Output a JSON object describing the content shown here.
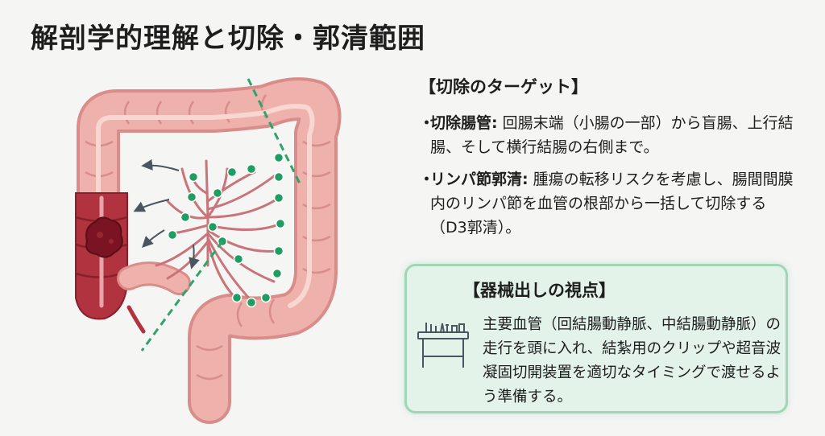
{
  "title": "解剖学的理解と切除・郭清範囲",
  "target": {
    "heading": "【切除のターゲット】",
    "items": [
      {
        "label": "切除腸管:",
        "text": "回腸末端（小腸の一部）から盲腸、上行結腸、そして横行結腸の右側まで。"
      },
      {
        "label": "リンパ節郭清:",
        "text": "腫瘍の転移リスクを考慮し、腸間間膜内のリンパ節を血管の根部から一括して切除する（D3郭清）。"
      }
    ]
  },
  "viewpoint": {
    "heading": "【器械出しの視点】",
    "body": "主要血管（回結腸動静脈、中結腸動静脈）の走行を頭に入れ、結紮用のクリップや超音波凝固切開装置を適切なタイミングで渡せるよう準備する。",
    "icon": "surgical-instrument-table-icon"
  },
  "colors": {
    "colon": "#e8a5a0",
    "resected_colon": "#b0333f",
    "tumor": "#7a1422",
    "lymph_node": "#1f9d63",
    "resection_line": "#2ea36b",
    "vessel": "#c9747a",
    "box_bg": "#e4f3ea",
    "box_border": "#9fd6b8"
  }
}
